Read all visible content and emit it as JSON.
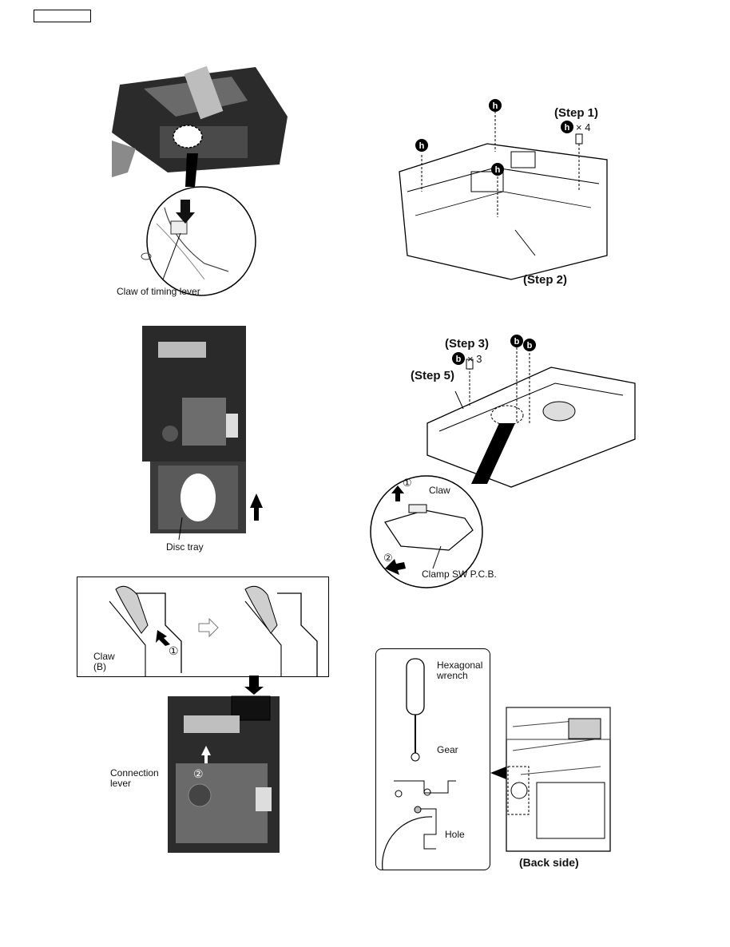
{
  "fig1": {
    "label": "Claw of timing lever"
  },
  "fig2": {
    "label": "Disc tray"
  },
  "fig3": {
    "claw_label": "Claw\n(B)",
    "step_circle": "①",
    "lever_label": "Connection\nlever",
    "lever_circle": "②"
  },
  "fig4": {
    "step1": "(Step 1)",
    "screw_letter": "h",
    "screw_count": "× 4",
    "step2": "(Step 2)"
  },
  "fig5": {
    "step3": "(Step 3)",
    "screw_letter": "b",
    "screw_count": "× 3",
    "step5": "(Step 5)",
    "claw_label": "Claw",
    "circle1": "①",
    "circle2": "②",
    "pcb_label": "Clamp SW P.C.B."
  },
  "fig6": {
    "wrench_label": "Hexagonal\nwrench",
    "gear_label": "Gear",
    "hole_label": "Hole",
    "back_label": "(Back side)"
  }
}
